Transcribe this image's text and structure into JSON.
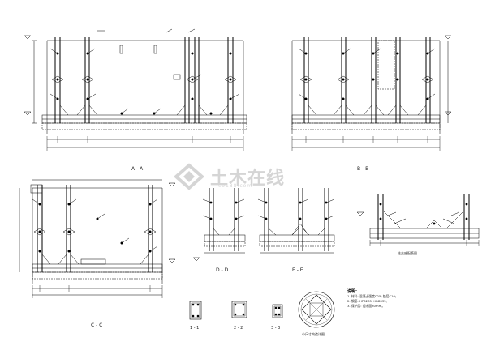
{
  "drawing": {
    "section_labels": {
      "aa": "A - A",
      "bb": "B - B",
      "cc": "C - C",
      "dd": "D - D",
      "ee": "E - E",
      "s11": "1 - 1",
      "s22": "2 - 2",
      "s33": "3 - 3"
    },
    "detail_titles": {
      "corner_detail": "小尺寸构造详图",
      "tank_detail": "柱支座配筋图"
    },
    "notes": {
      "title": "说明:",
      "lines": [
        "1. 材料: 混凝土强度C25; 垫层C10;",
        "2. 钢筋: HPB235, HRB335;",
        "3. 保护层: 迎水面30mm。"
      ]
    },
    "watermark": {
      "text": "土木在线",
      "url": "co188.com"
    }
  }
}
